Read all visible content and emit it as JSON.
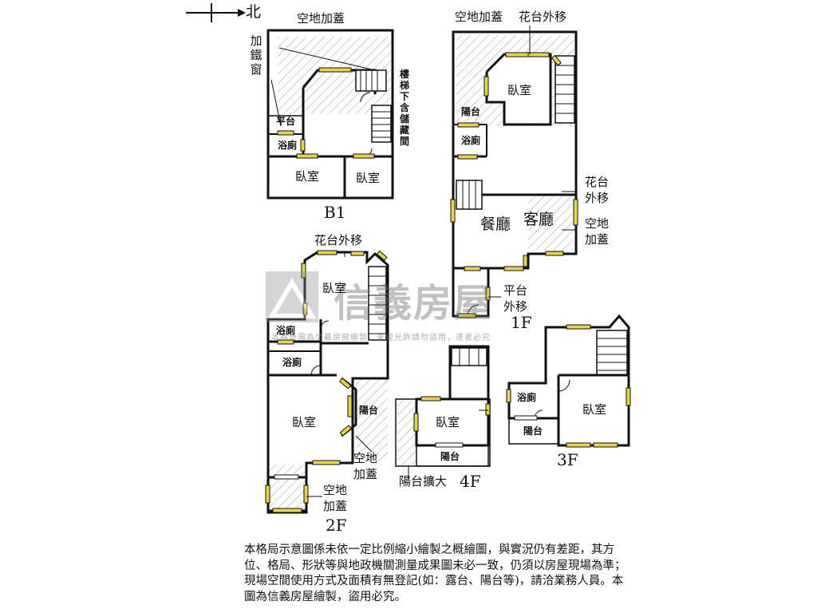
{
  "compass": {
    "label": "北"
  },
  "floors": {
    "b1": {
      "name": "B1",
      "rooms": [
        "空地加蓋",
        "平台",
        "浴廁",
        "臥室",
        "臥室"
      ],
      "note_window": [
        "加",
        "鐵",
        "窗"
      ],
      "note_stair": [
        "樓",
        "梯",
        "下",
        "含",
        "儲",
        "藏",
        "間"
      ]
    },
    "f1": {
      "name": "1F",
      "rooms": [
        "空地加蓋",
        "花台外移",
        "臥室",
        "陽台",
        "浴廁",
        "餐廳",
        "客廳"
      ],
      "planter_right": [
        "花台",
        "外移"
      ],
      "land_right": [
        "空地",
        "加蓋"
      ],
      "platform": [
        "平台",
        "外移"
      ]
    },
    "f2": {
      "name": "2F",
      "rooms": [
        "花台外移",
        "臥室",
        "浴廁",
        "浴廁",
        "臥室",
        "陽台"
      ],
      "land_a": [
        "空地",
        "加蓋"
      ],
      "land_b": [
        "空地",
        "加蓋"
      ]
    },
    "f3": {
      "name": "3F",
      "rooms": [
        "浴廁",
        "臥室",
        "陽台"
      ]
    },
    "f4": {
      "name": "4F",
      "rooms": [
        "臥室",
        "陽台"
      ],
      "balcony_ext": "陽台擴大"
    }
  },
  "watermark": {
    "brand": "信義房屋",
    "sub": "本格局圖為信義房屋繪製，未經允許請勿盜用，違者必究"
  },
  "disclaimer": "本格局示意圖係未依一定比例縮小繪製之概繪圖，與實況仍有差距，其方位、格局、形狀等與地政機關測量成果圖未必一致，仍須以房屋現場為準；現場空間使用方式及面積有無登記(如：露台、陽台等)，請洽業務人員。本圖為信義房屋繪製，盜用必究。",
  "colors": {
    "wall": "#111111",
    "window": "#e8d44d",
    "hatch": "#8a8a8a"
  }
}
